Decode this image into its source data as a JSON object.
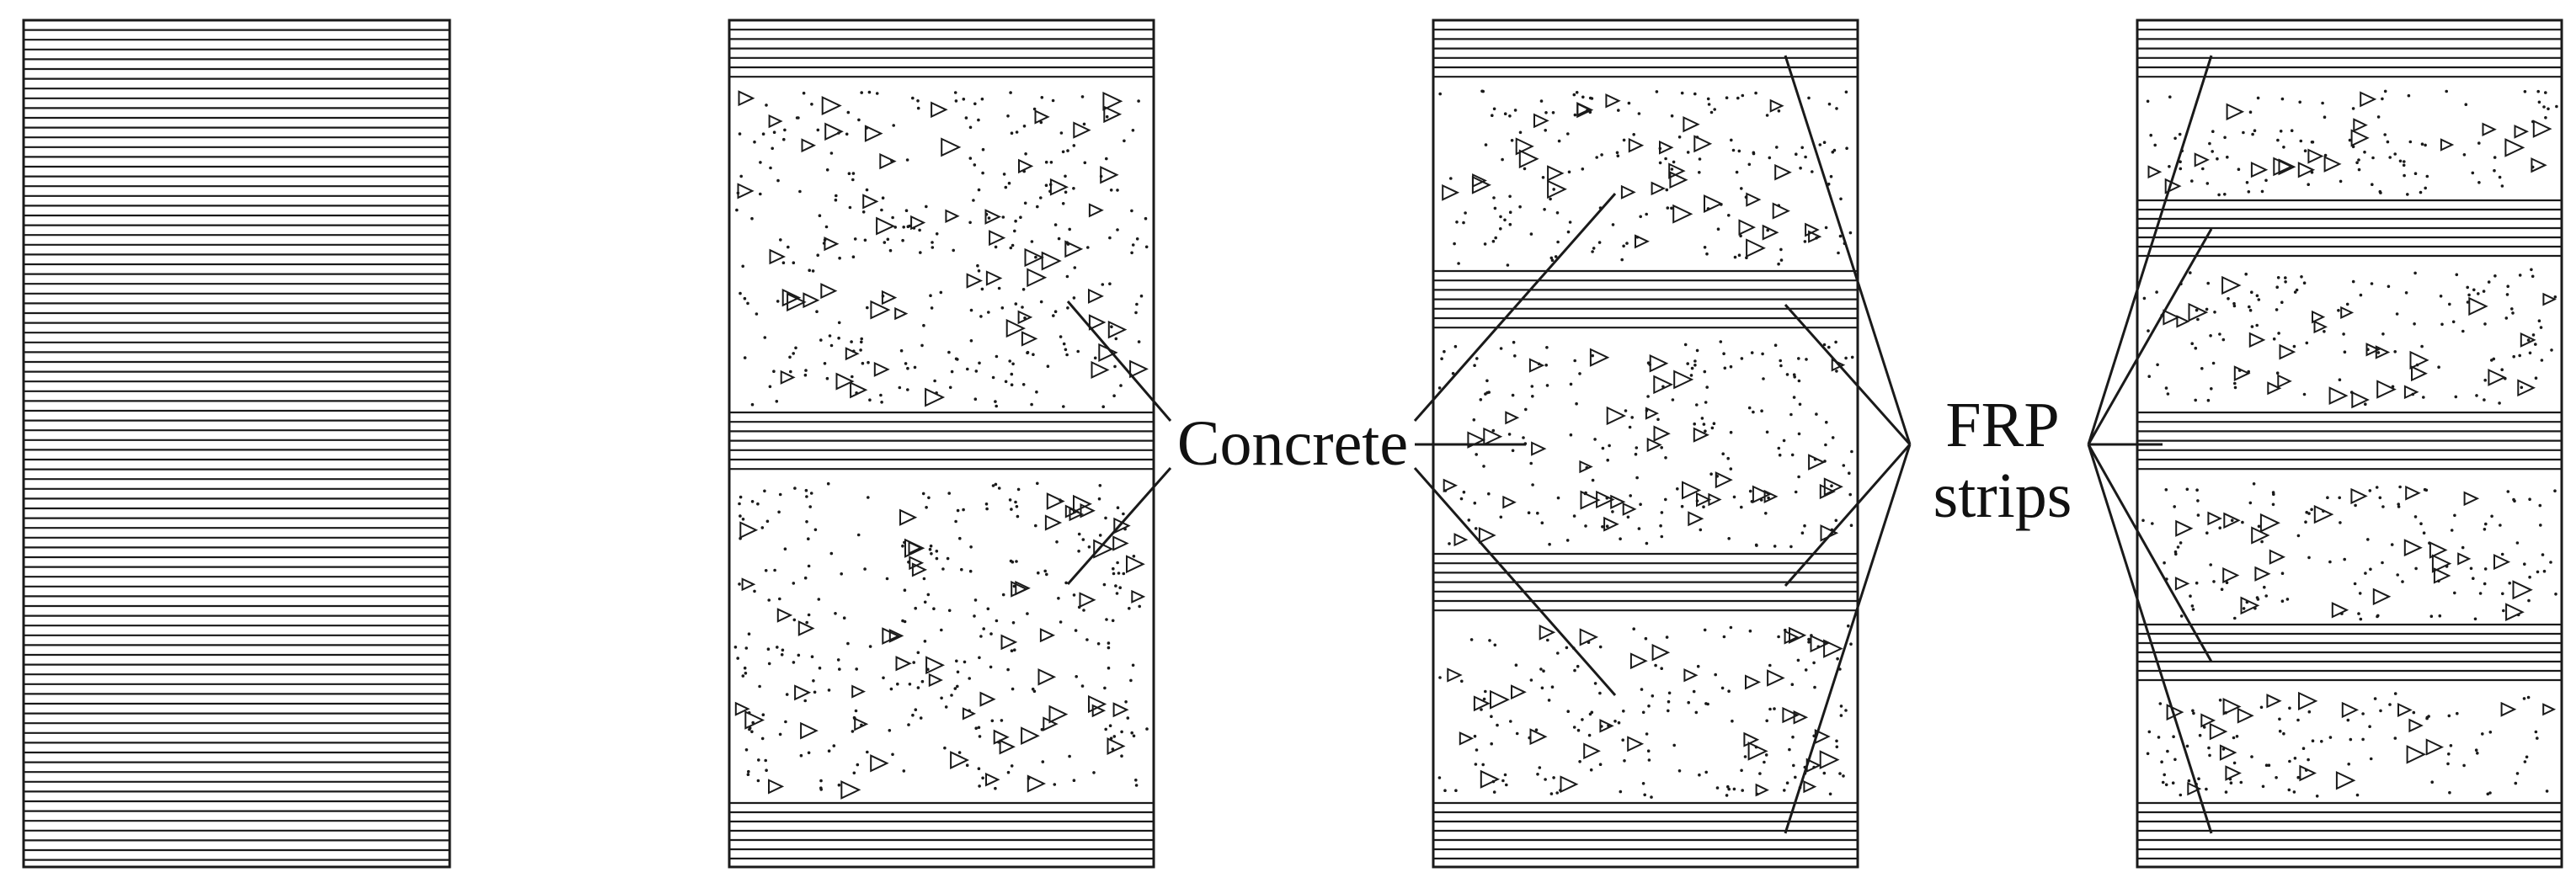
{
  "labels": {
    "concrete": "Concrete",
    "frp_line1": "FRP",
    "frp_line2": "strips"
  },
  "colors": {
    "ink": "#1a1a1a",
    "background": "#ffffff"
  }
}
